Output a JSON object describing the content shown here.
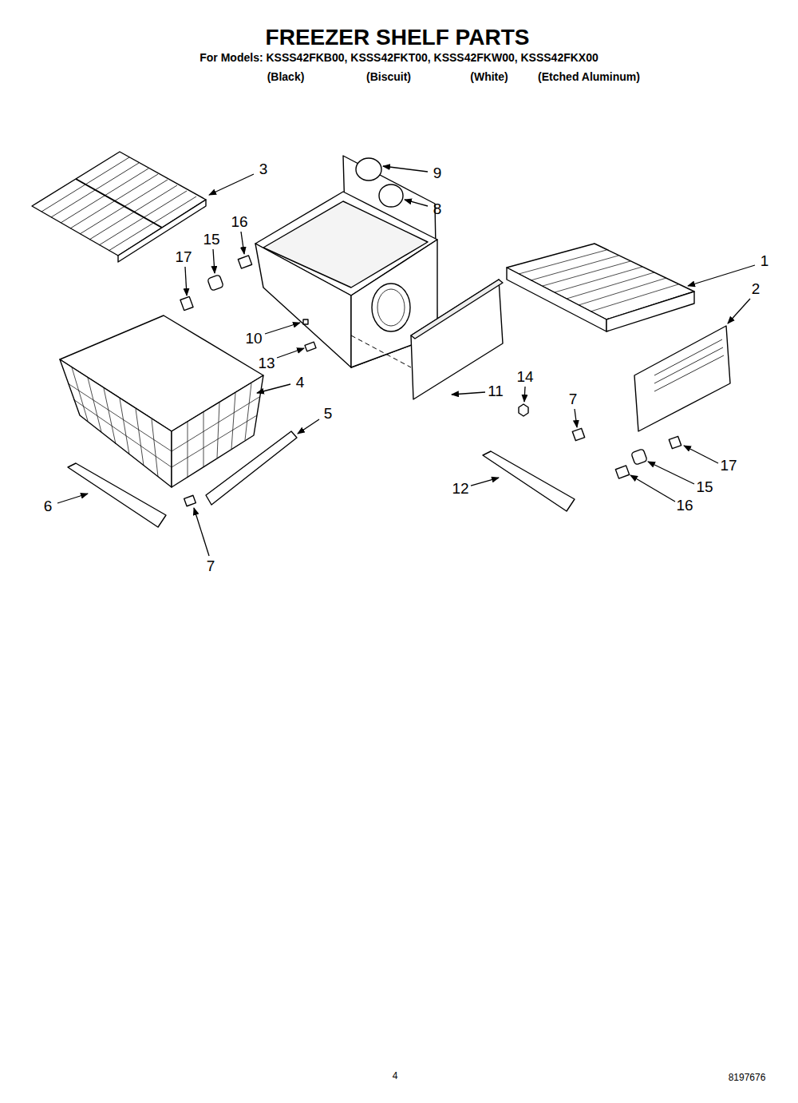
{
  "diagram": {
    "title": "FREEZER SHELF PARTS",
    "labels": [
      "For Models: KSSS42FKB00, KSSS42FKT00, KSSS42FKW00, KSSS42FKX00",
      "(Black)",
      "(Biscuit)",
      "(White)",
      "(Etched Aluminum)",
      "3",
      "9",
      "8",
      "16",
      "15",
      "17",
      "1",
      "2",
      "10",
      "13",
      "4",
      "14",
      "11",
      "7",
      "5",
      "17",
      "6",
      "12",
      "15",
      "16",
      "7",
      "4",
      "8197676"
    ]
  }
}
